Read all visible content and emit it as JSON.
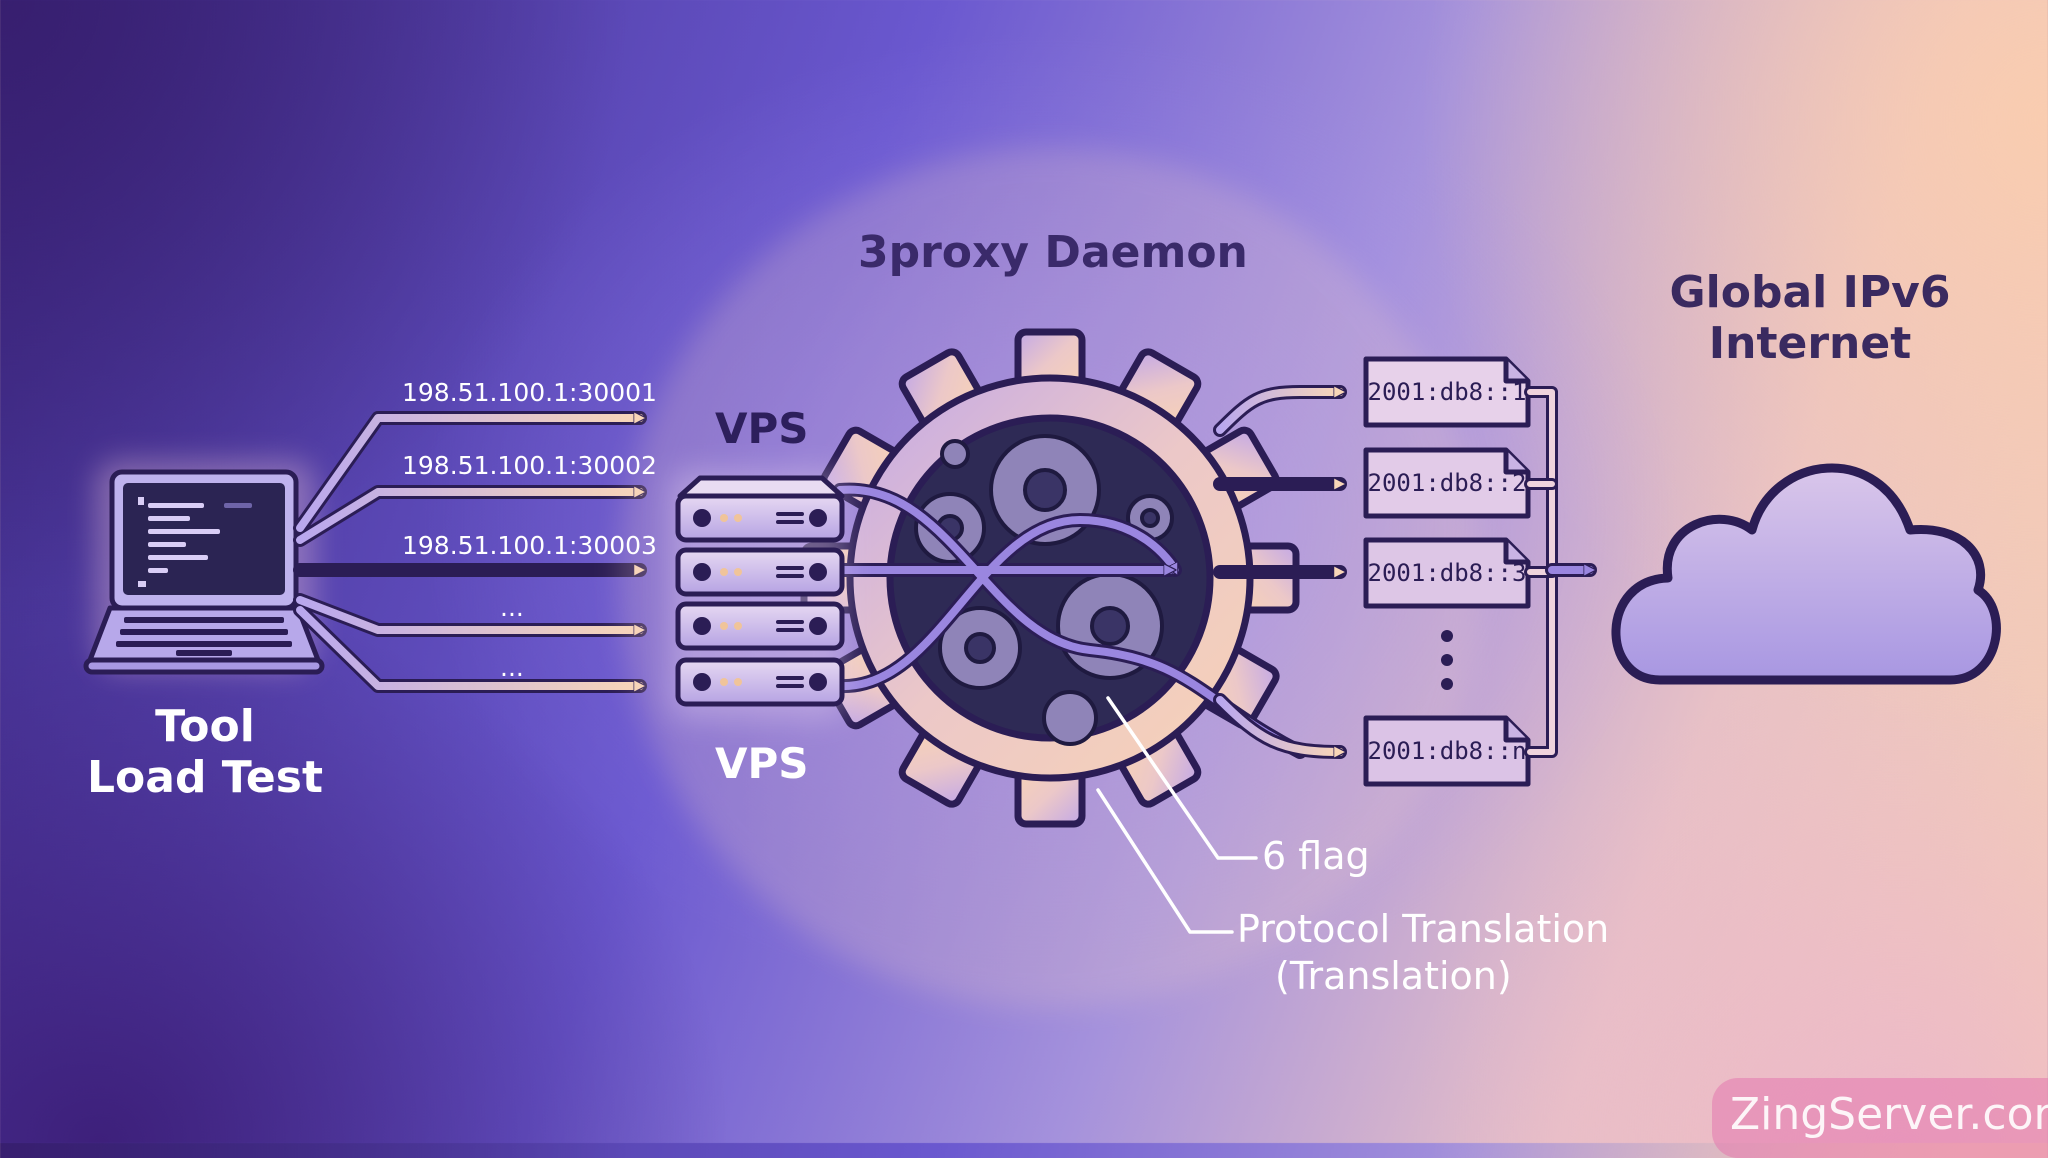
{
  "header": {
    "daemon_title": "3proxy Daemon",
    "internet_title_line1": "Global IPv6",
    "internet_title_line2": "Internet"
  },
  "client": {
    "label_line1": "Tool",
    "label_line2": "Load Test",
    "connections": [
      "198.51.100.1:30001",
      "198.51.100.1:30002",
      "198.51.100.1:30003",
      "...",
      "..."
    ]
  },
  "server": {
    "label_top": "VPS",
    "label_bottom": "VPS"
  },
  "outputs": {
    "addresses": [
      "2001:db8::1",
      "2001:db8::2",
      "2001:db8::3",
      "2001:db8::n"
    ]
  },
  "callouts": {
    "flag": "6 flag",
    "protocol_line1": "Protocol Translation",
    "protocol_line2": "(Translation)"
  },
  "watermark": "ZingServer.com",
  "colors": {
    "outline": "#2b1d55",
    "peach_arrow": "#f7d3b6",
    "lavender": "#9a86e0",
    "label_dark": "#3a2a6a"
  },
  "icons": [
    "laptop-icon",
    "server-rack-icon",
    "gear-icon",
    "cloud-icon",
    "document-icon"
  ]
}
